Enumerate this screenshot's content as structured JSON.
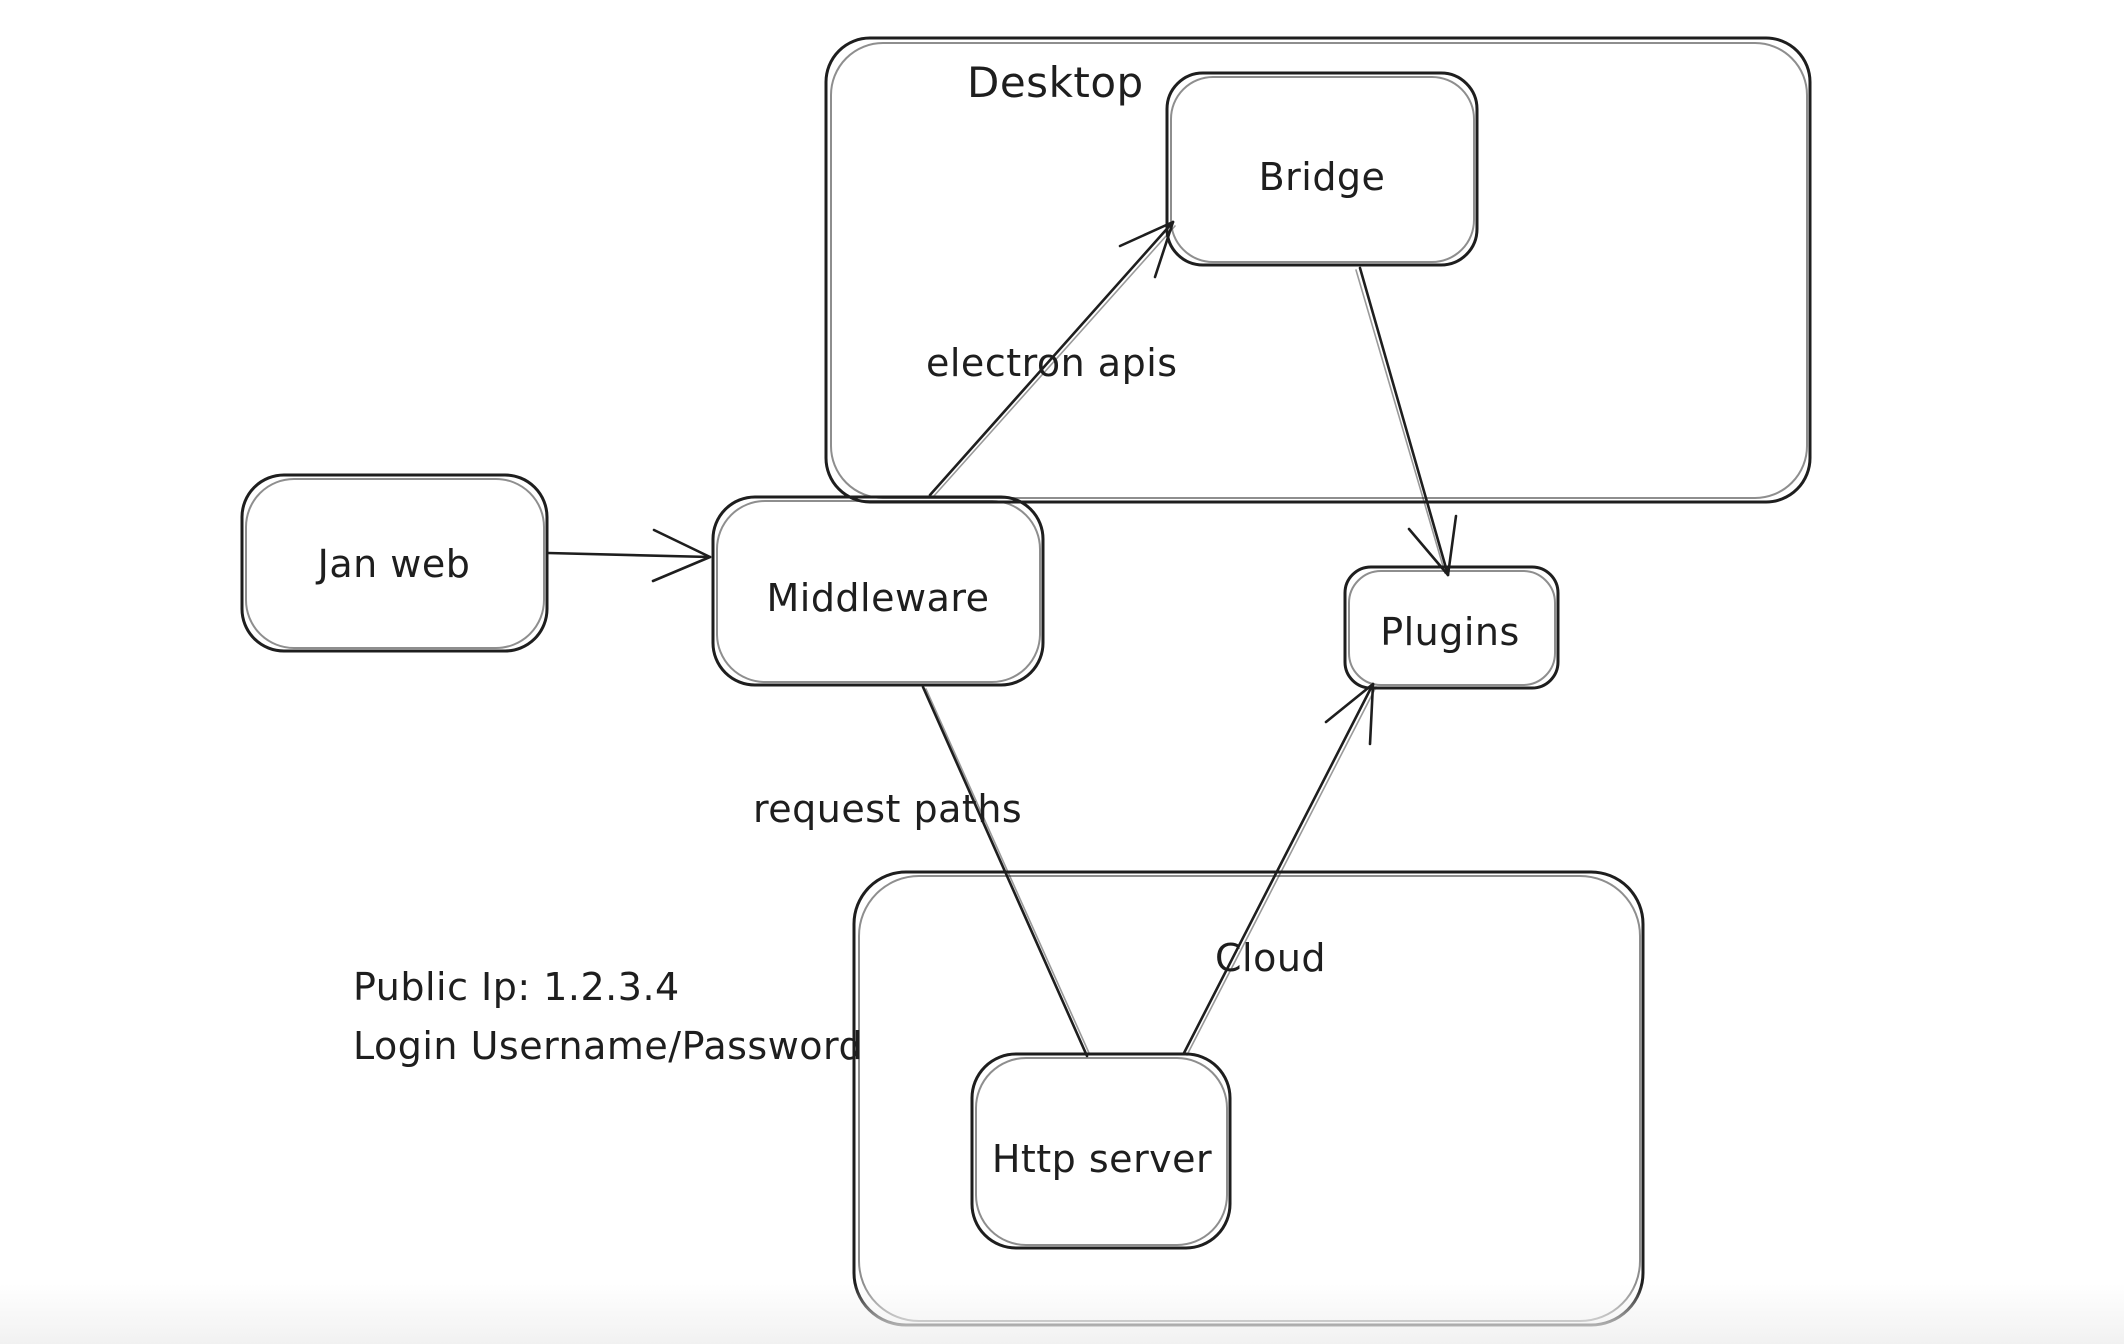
{
  "colors": {
    "stroke": "#1e1e1e",
    "background": "#ffffff"
  },
  "nodes": {
    "desktop": {
      "label": "Desktop",
      "type": "container"
    },
    "bridge": {
      "label": "Bridge",
      "parent": "Desktop"
    },
    "jan_web": {
      "label": "Jan web"
    },
    "middleware": {
      "label": "Middleware"
    },
    "plugins": {
      "label": "Plugins"
    },
    "cloud": {
      "label": "Cloud",
      "type": "container"
    },
    "http_server": {
      "label": "Http server",
      "parent": "Cloud"
    }
  },
  "edges": {
    "jan_web_to_middleware": {
      "from": "Jan web",
      "to": "Middleware",
      "label": "",
      "directed": true
    },
    "middleware_to_bridge": {
      "from": "Middleware",
      "to": "Bridge",
      "label": "electron apis",
      "directed": true
    },
    "bridge_to_plugins": {
      "from": "Bridge",
      "to": "Plugins",
      "label": "",
      "directed": true
    },
    "middleware_to_http_server": {
      "from": "Middleware",
      "to": "Http server",
      "label": "request paths",
      "directed": false
    },
    "http_server_to_plugins": {
      "from": "Http server",
      "to": "Plugins",
      "label": "",
      "directed": true
    }
  },
  "annotations": {
    "public_ip": "Public Ip: 1.2.3.4",
    "login": "Login Username/Password"
  }
}
